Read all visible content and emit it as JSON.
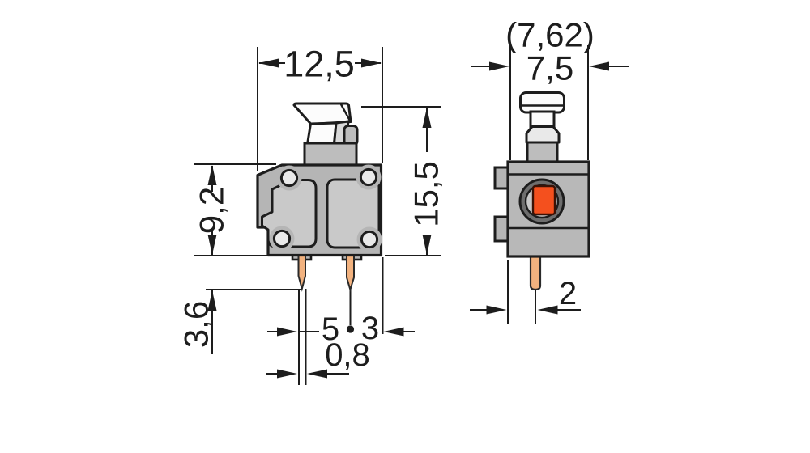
{
  "drawing": {
    "description": "Dimensional drawing of a push-button PCB terminal block, side view and front view, millimetre dimensions",
    "views": {
      "side": {
        "width": "12,5",
        "housing_height": "9,2",
        "total_height": "15,5",
        "pin_length": "3,6",
        "pin_spacing": "5",
        "pin_to_edge": "3",
        "pin_width": "0,8"
      },
      "front": {
        "pitch_reference": "(7,62)",
        "width": "7,5",
        "pin_offset": "2"
      }
    },
    "colors": {
      "outline": "#1d1d1d",
      "housing_gray": "#b5b5b5",
      "panel_gray": "#c9c9c9",
      "light_gray": "#e9e9e9",
      "white_part": "#fcfcfc",
      "ring_gray": "#6e6e6e",
      "button_orange": "#f4501e",
      "pin_copper": "#f2b27f"
    }
  }
}
